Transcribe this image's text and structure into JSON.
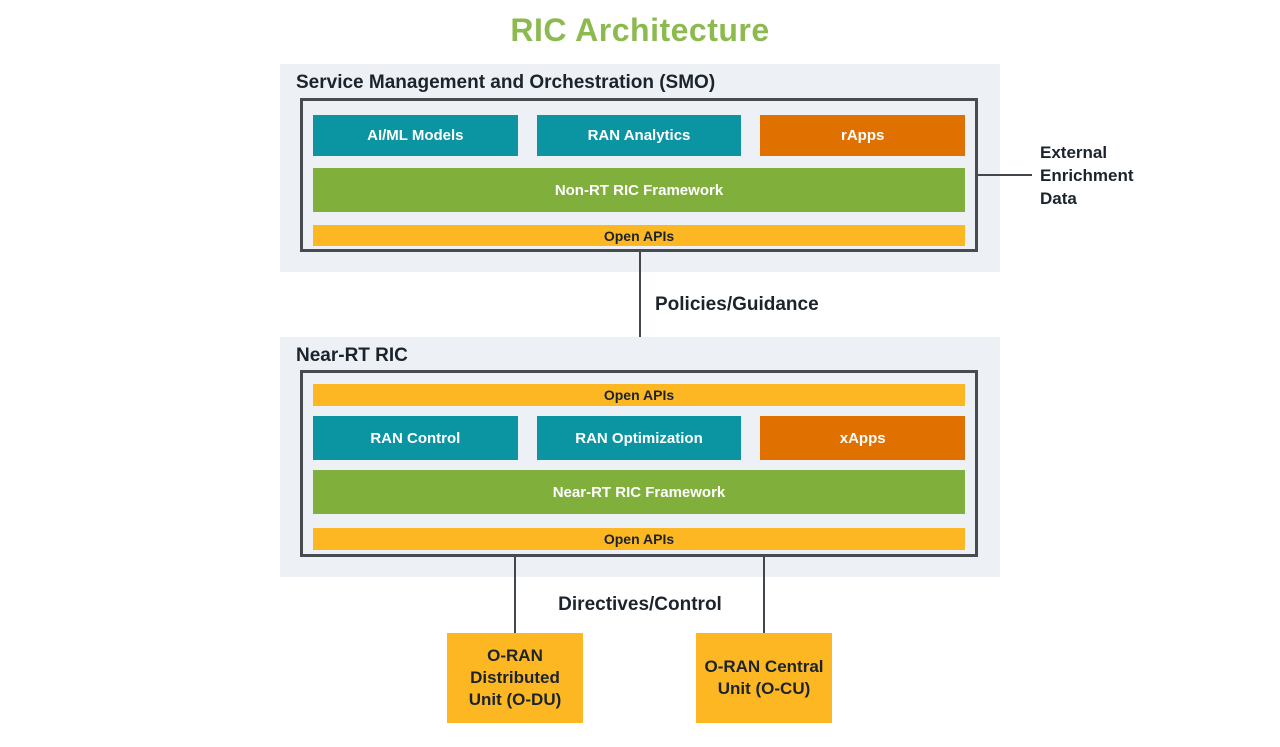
{
  "title": "RIC Architecture",
  "colors": {
    "title_green": "#8CBA4F",
    "teal": "#0B94A2",
    "orange": "#E07000",
    "green": "#80AF3C",
    "yellow": "#FCB722",
    "section_background": "#EDF1F5",
    "line_dark": "#41474D",
    "text_dark": "#1B242C"
  },
  "smo": {
    "label": "Service Management and Orchestration (SMO)",
    "blocks": [
      {
        "label": "AI/ML Models"
      },
      {
        "label": "RAN Analytics"
      },
      {
        "label": "rApps"
      }
    ],
    "framework": "Non-RT RIC Framework",
    "open_apis": "Open APIs"
  },
  "near_rt": {
    "label": "Near-RT RIC",
    "open_apis_top": "Open APIs",
    "blocks": [
      {
        "label": "RAN Control"
      },
      {
        "label": "RAN Optimization"
      },
      {
        "label": "xApps"
      }
    ],
    "framework": "Near-RT RIC Framework",
    "open_apis_bottom": "Open APIs"
  },
  "connections": {
    "external": "External Enrichment Data",
    "policies": "Policies/Guidance",
    "directives": "Directives/Control"
  },
  "bottom_units": [
    {
      "label": "O-RAN Distributed Unit (O-DU)"
    },
    {
      "label": "O-RAN Central Unit (O-CU)"
    }
  ]
}
